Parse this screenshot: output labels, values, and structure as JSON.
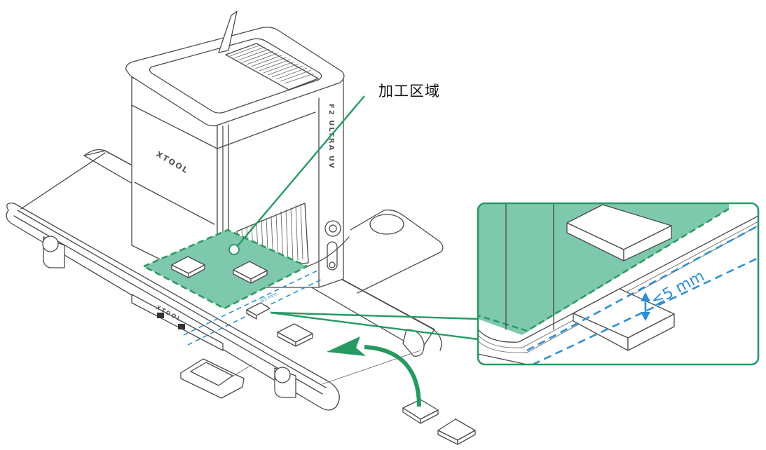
{
  "labels": {
    "processing_area": "加工区域",
    "gap_main": "≤5 mm",
    "gap_small": "≤5 mm",
    "brand_machine": "XTOOL",
    "brand_conveyor": "XTOOL",
    "model_side": "F2 ULTRA UV"
  },
  "colors": {
    "processing_area_fill": "#7ec8ad",
    "processing_area_outline": "#2e9a5f",
    "leader_line": "#259a63",
    "dimension_line": "#2e8fd0",
    "inset_border": "#259a63",
    "line_art": "#4a4a4a"
  },
  "callouts": [
    {
      "id": "processing-area",
      "text_ref": "labels.processing_area"
    },
    {
      "id": "gap-detail",
      "text_ref": "labels.gap_main",
      "max_gap_mm": 5
    }
  ],
  "flow_arrow": {
    "direction": "onto conveyor, right-to-left"
  }
}
